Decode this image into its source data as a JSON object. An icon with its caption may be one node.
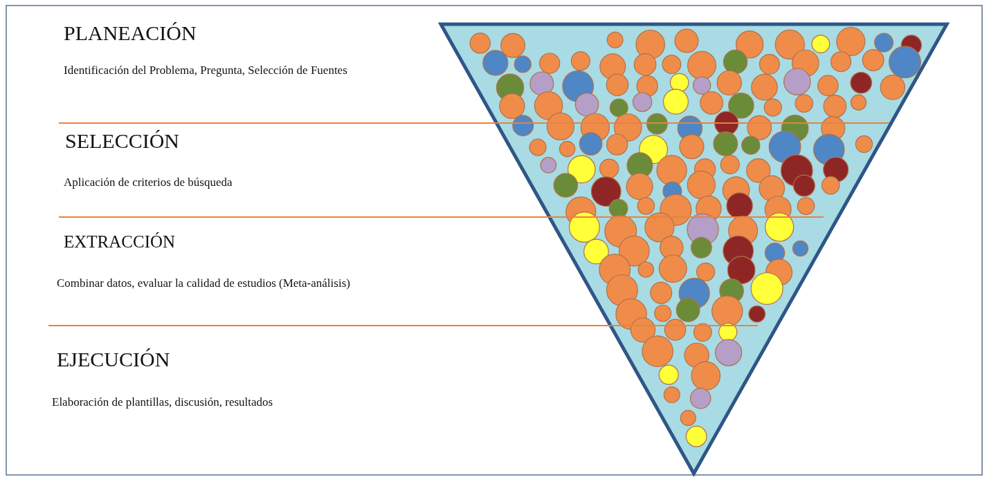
{
  "diagram": {
    "labels": [
      "PLANEACIÓN",
      "Identificación del Problema, Pregunta, Selección de Fuentes",
      "SELECCIÓN",
      "Aplicación de criterios de búsqueda",
      "EXTRACCIÓN",
      "Combinar datos, evaluar la calidad de estudios (Meta-análisis)",
      "EJECUCIÓN",
      "Elaboración de plantillas, discusión, resultados"
    ]
  }
}
